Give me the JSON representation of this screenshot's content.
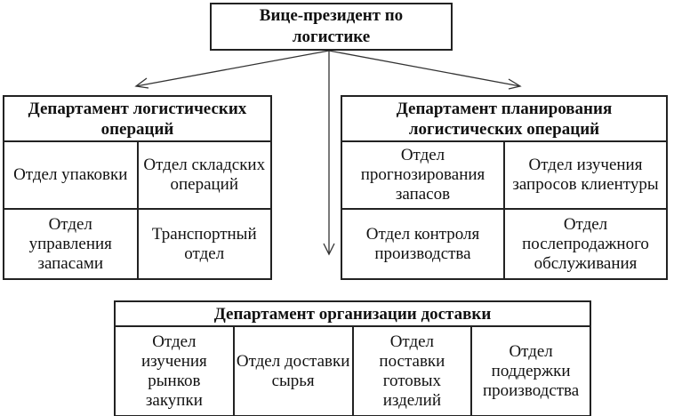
{
  "vp": {
    "title": "Вице-президент по логистике"
  },
  "left_dept": {
    "title": "Департамент логистических операций",
    "units": [
      "Отдел упаковки",
      "Отдел складских операций",
      "Отдел управления запасами",
      "Транспортный отдел"
    ]
  },
  "right_dept": {
    "title": "Департамент планирования логистических операций",
    "units": [
      "Отдел прогнозирования запасов",
      "Отдел изучения запросов клиентуры",
      "Отдел контроля производства",
      "Отдел послепродажного обслуживания"
    ]
  },
  "bottom_dept": {
    "title": "Департамент организации доставки",
    "units": [
      "Отдел изучения рынков закупки",
      "Отдел доставки сырья",
      "Отдел поставки готовых изделий",
      "Отдел поддержки производства"
    ]
  }
}
